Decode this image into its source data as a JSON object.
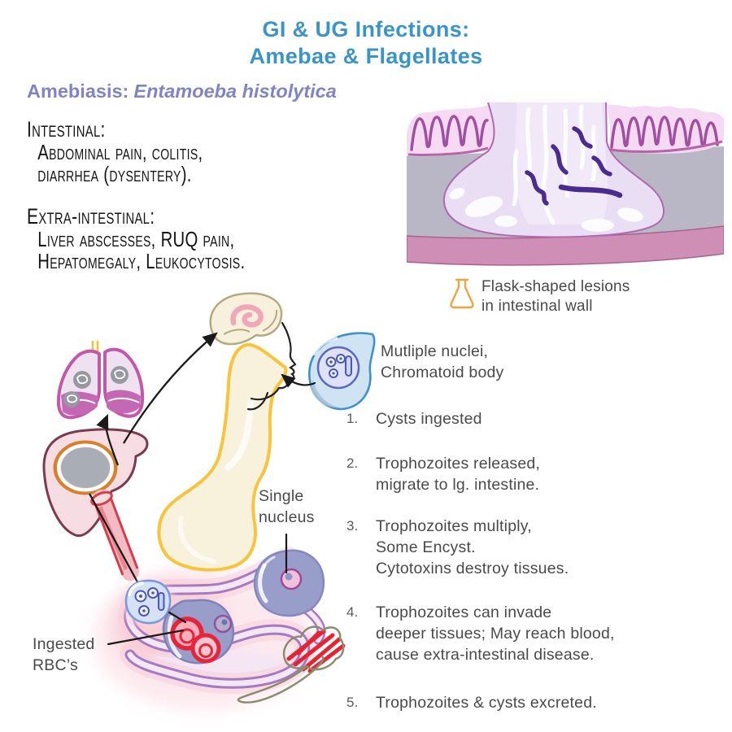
{
  "title": {
    "line1": "GI & UG Infections:",
    "line2": "Amebae & Flagellates"
  },
  "subtitle": {
    "condition": "Amebiasis:",
    "organism": "Entamoeba histolytica"
  },
  "symptoms": {
    "intestinal": {
      "heading": "Intestinal:",
      "line1": "Abdominal pain, colitis,",
      "line2": "diarrhea (dysentery)."
    },
    "extra_intestinal": {
      "heading": "Extra-intestinal:",
      "line1": "Liver abscesses, RUQ pain,",
      "line2": "Hepatomegaly, Leukocytosis."
    }
  },
  "wall_caption": {
    "line1": "Flask-shaped lesions",
    "line2": "in intestinal wall"
  },
  "cyst_annotation": {
    "line1": "Mutliple nuclei,",
    "line2": "Chromatoid body"
  },
  "labels": {
    "single_nucleus_line1": "Single",
    "single_nucleus_line2": "nucleus",
    "ingested_rbc_line1": "Ingested",
    "ingested_rbc_line2": "RBC’s"
  },
  "steps": [
    {
      "num": "1.",
      "lines": [
        "Cysts ingested"
      ]
    },
    {
      "num": "2.",
      "lines": [
        "Trophozoites released,",
        "migrate to lg. intestine."
      ]
    },
    {
      "num": "3.",
      "lines": [
        "Trophozoites multiply,",
        "Some Encyst.",
        "Cytotoxins destroy tissues."
      ]
    },
    {
      "num": "4.",
      "lines": [
        "Trophozoites can invade",
        "deeper tissues; May reach blood,",
        "cause extra-intestinal disease."
      ]
    },
    {
      "num": "5.",
      "lines": [
        "Trophozoites & cysts excreted."
      ]
    }
  ],
  "icons": {
    "flask": "flask-icon"
  },
  "colors": {
    "title_blue": "#3a95c6",
    "subtitle_purple": "#8184c4",
    "body_text": "#4a4a4a",
    "flask_orange": "#f0a43c",
    "lesion_worm_purple": "#4a2b8f",
    "villi_pink": "#f6d9f2",
    "gray_band": "#b9b6c6",
    "pink_band": "#cf8eb6"
  }
}
